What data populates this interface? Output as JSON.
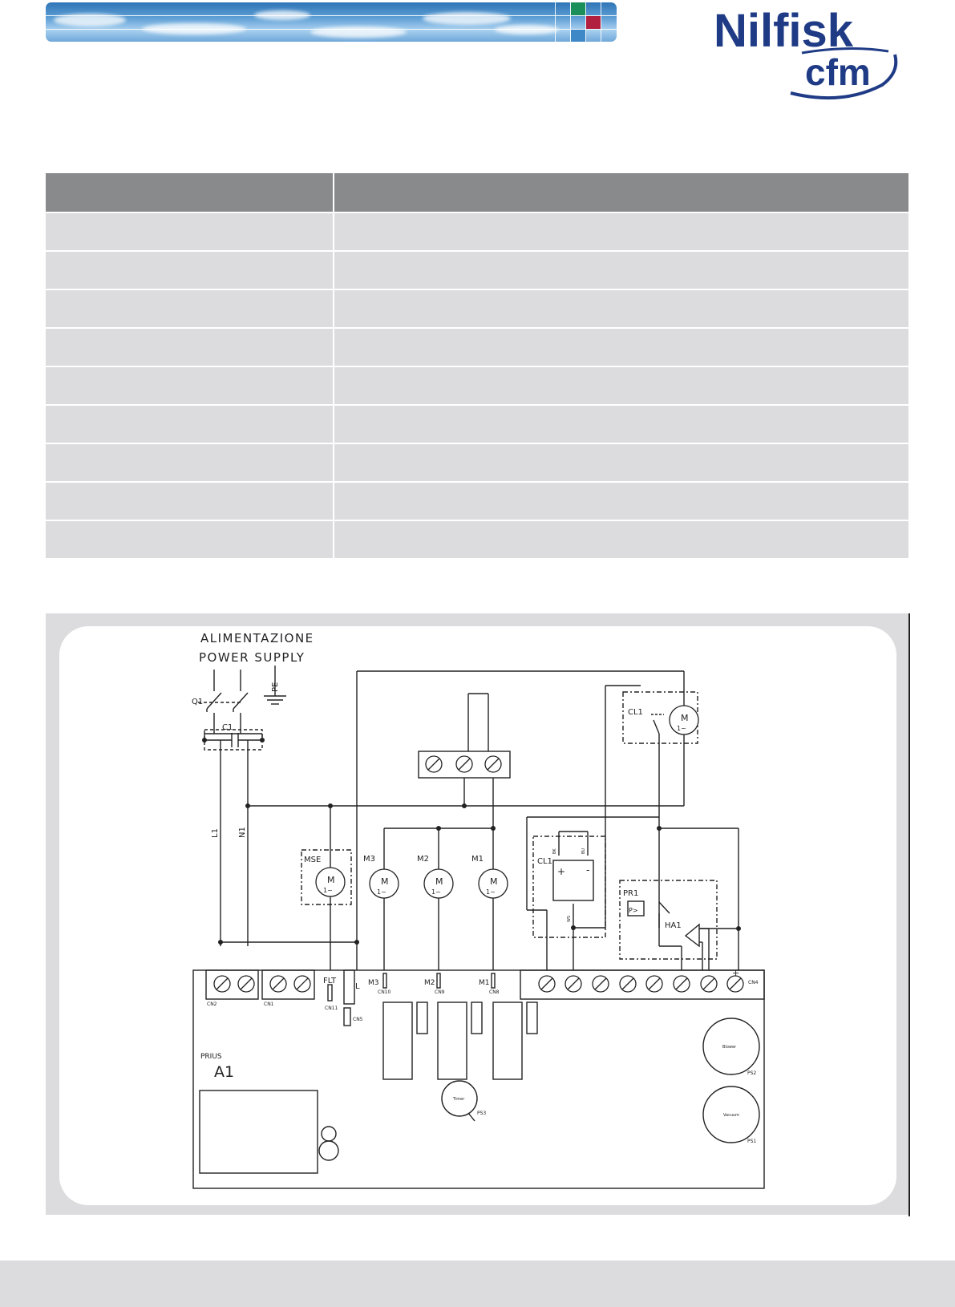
{
  "brand": {
    "name": "Nilfisk",
    "sub": "cfm",
    "primary_color": "#1f3b86",
    "banner_tiles": [
      "#1a8f5a",
      "#b22040",
      "#3f88c8"
    ]
  },
  "spec_table": {
    "header_color": "#898a8c",
    "row_color": "#dcdcde",
    "rows": 9
  },
  "schematic": {
    "supply_label_it": "ALIMENTAZIONE",
    "supply_label_en": "POWER SUPPLY",
    "labels": {
      "q1": "Q1",
      "c1": "C1",
      "pe": "PE",
      "l1": "L1",
      "n1": "N1",
      "cl1_top": "CL1",
      "cl1_mid": "CL1",
      "mse": "MSE",
      "m3": "M3",
      "m2": "M2",
      "m1": "M1",
      "pr1": "PR1",
      "ha1": "HA1",
      "prius": "PRIUS",
      "a1": "A1",
      "flt": "FLT",
      "l": "L",
      "m3_board": "M3",
      "m2_board": "M2",
      "m1_board": "M1",
      "cn2": "CN2",
      "cn1": "CN1",
      "cn4": "CN4",
      "cn11": "CN11",
      "cn5": "CN5",
      "cn10": "CN10",
      "cn9": "CN9",
      "cn8": "CN8",
      "ps1": "PS1",
      "ps2": "PS2",
      "ps3": "PS3",
      "motor": "M",
      "phase": "1~",
      "dial_a": "Vacuum",
      "dial_b": "Timer",
      "dial_c": "Blower",
      "plus": "+",
      "minus": "-",
      "py": "P>",
      "ws": "WS",
      "bk": "BK",
      "bu": "BU"
    }
  }
}
